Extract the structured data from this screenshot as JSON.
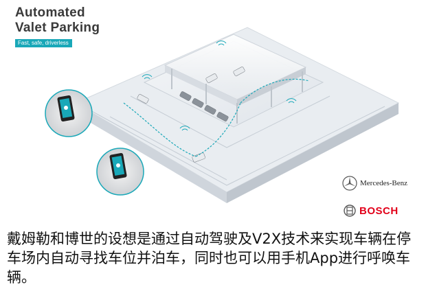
{
  "header": {
    "title_line1": "Automated",
    "title_line2": "Valet Parking",
    "tagline": "Fast, safe, driverless"
  },
  "phones": [
    {
      "icon": "phone-app-icon"
    },
    {
      "icon": "phone-app-icon"
    }
  ],
  "logos": {
    "mercedes": "Mercedes-Benz",
    "bosch": "BOSCH"
  },
  "caption": "戴姆勒和博世的设想是通过自动驾驶及V2X技术来实现车辆在停车场内自动寻找车位并泊车，同时也可以用手机App进行呼唤车辆。",
  "colors": {
    "accent": "#19a8b8",
    "bosch_red": "#e2001a",
    "title": "#3a3a3a"
  }
}
